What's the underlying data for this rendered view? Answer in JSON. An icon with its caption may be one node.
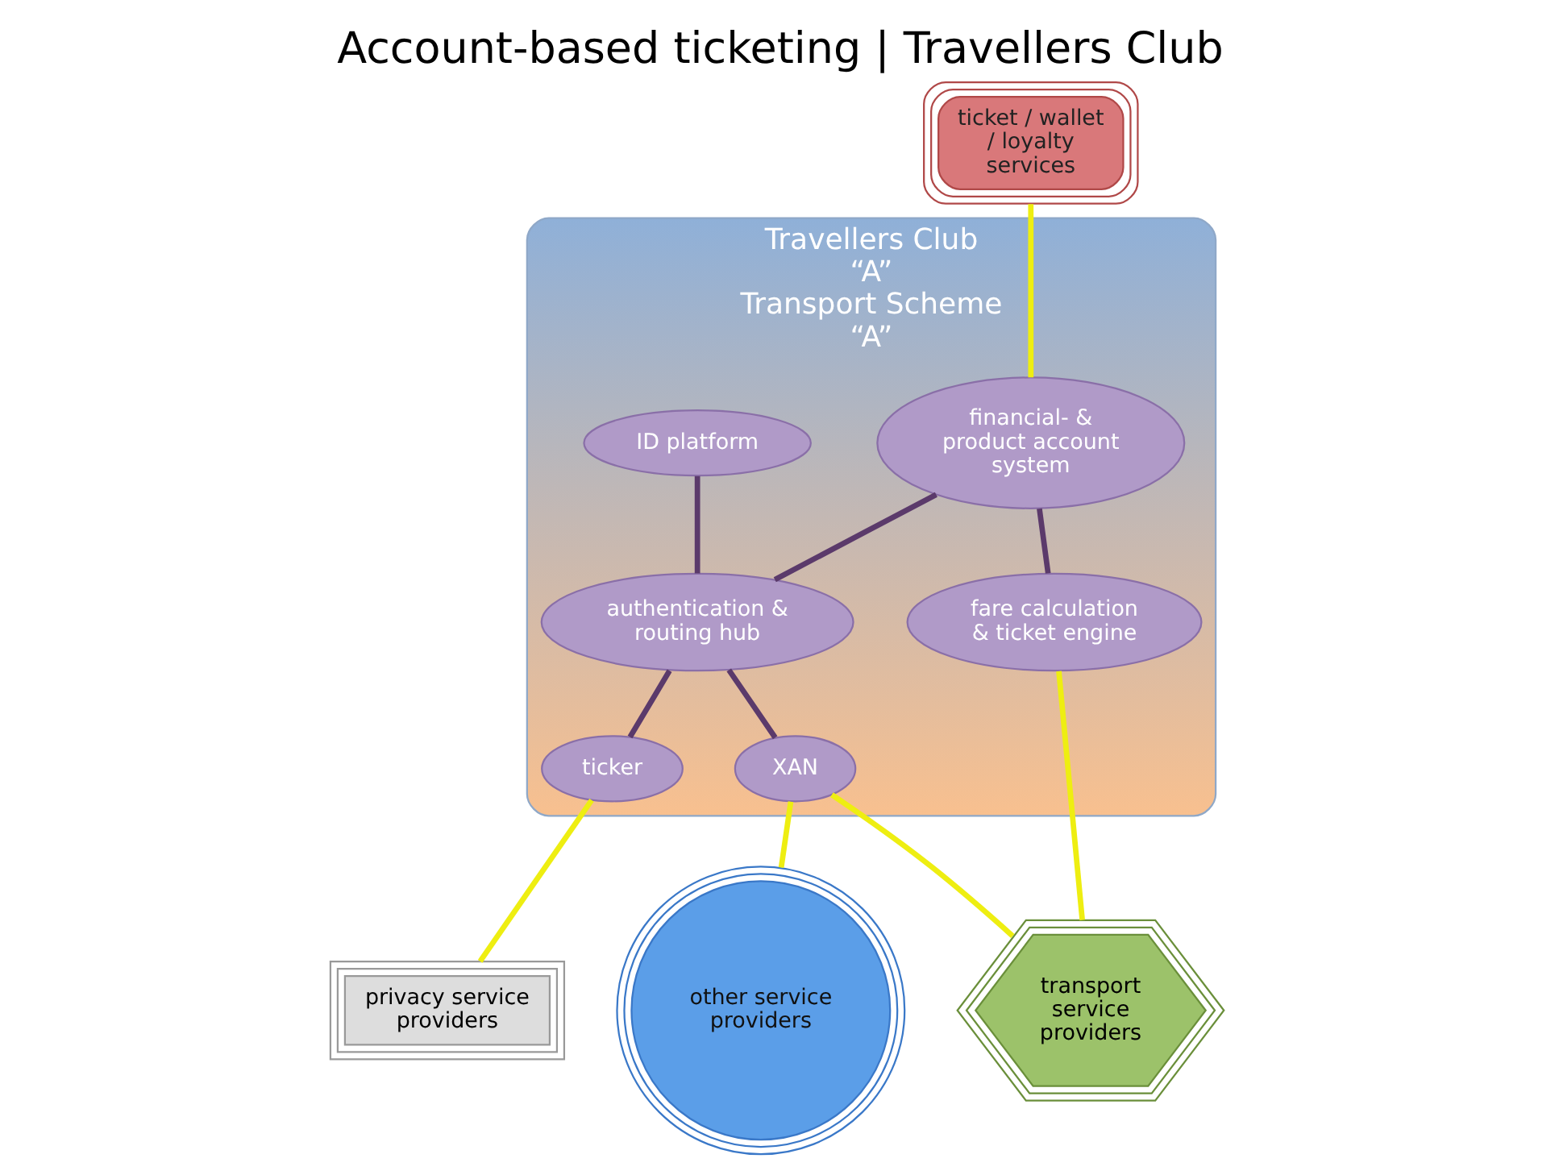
{
  "diagram": {
    "title": "Account-based ticketing | Travellers Club",
    "nodes": [
      {
        "text": [
          "Travellers Club “A”",
          "Transport Scheme “A”"
        ]
      },
      {
        "text": [
          "ID platform"
        ],
        "in": 0
      },
      {
        "text": [
          "ticket / wallet / loyalty services"
        ]
      },
      {
        "text": [
          "financial- & product account system"
        ],
        "in": 0
      },
      {
        "text": [
          "authentication & routing hub"
        ],
        "in": 0
      },
      {
        "text": [
          "ticker"
        ],
        "in": 0
      },
      {
        "text": [
          "privacy service providers"
        ]
      },
      {
        "text": [
          "fare calculation & ticket engine"
        ],
        "in": 0
      },
      {
        "text": [
          "XAN"
        ],
        "in": 0
      },
      {
        "text": [
          "transport service providers"
        ]
      },
      {
        "text": [
          "other service providers"
        ]
      }
    ],
    "edges": [
      {
        "from": 2,
        "to": 3,
        "arrow": "none",
        "color": "#eeee11"
      },
      {
        "from": 1,
        "to": 4,
        "arrow": "none",
        "color": "#5b3a6b"
      },
      {
        "from": 3,
        "to": 4,
        "arrow": "none",
        "color": "#5b3a6b"
      },
      {
        "from": 3,
        "to": 7,
        "arrow": "none",
        "color": "#5b3a6b"
      },
      {
        "from": 4,
        "to": 5,
        "arrow": "none",
        "color": "#5b3a6b"
      },
      {
        "from": 5,
        "to": 6,
        "arrow": "none",
        "color": "#eeee11"
      },
      {
        "from": 4,
        "to": 8,
        "arrow": "none",
        "color": "#5b3a6b"
      },
      {
        "from": 7,
        "to": 9,
        "arrow": "none",
        "color": "#eeee11"
      },
      {
        "from": 8,
        "to": 9,
        "arrow": "none",
        "color": "#eeee11"
      },
      {
        "from": 8,
        "to": 10,
        "arrow": "none",
        "color": "#eeee11"
      }
    ]
  }
}
